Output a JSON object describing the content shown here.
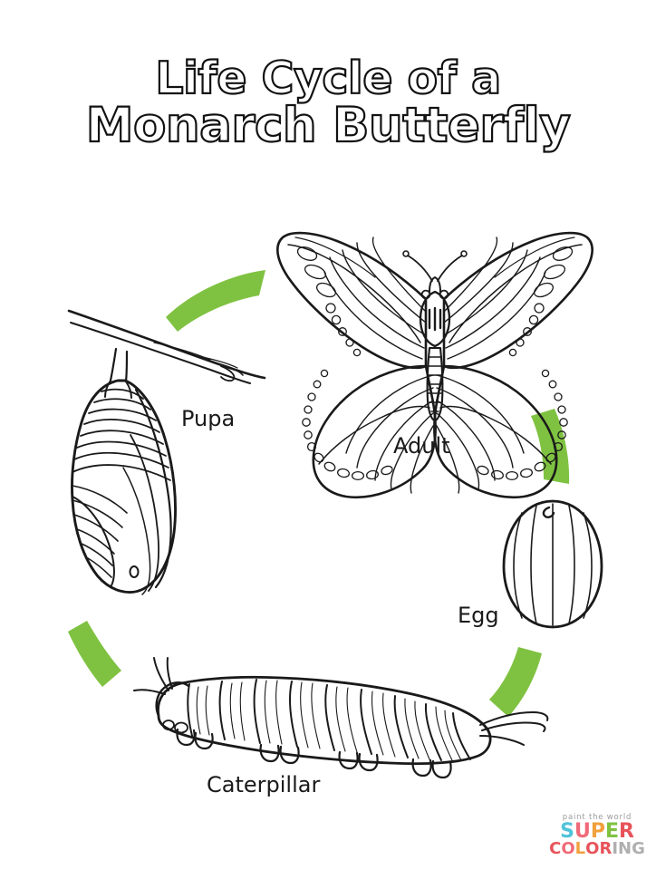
{
  "title": {
    "line1": "Life Cycle of a",
    "line2": "Monarch Butterfly"
  },
  "stages": [
    {
      "key": "pupa",
      "label": "Pupa",
      "order": 3
    },
    {
      "key": "adult",
      "label": "Adult",
      "order": 4
    },
    {
      "key": "egg",
      "label": "Egg",
      "order": 1
    },
    {
      "key": "caterpillar",
      "label": "Caterpillar",
      "order": 2
    }
  ],
  "labels": {
    "pupa": "Pupa",
    "adult": "Adult",
    "egg": "Egg",
    "caterpillar": "Caterpillar"
  },
  "arrows": [
    {
      "name": "arrow-pupa-to-adult",
      "from": "pupa",
      "to": "adult",
      "direction": "up-right"
    },
    {
      "name": "arrow-adult-to-egg",
      "from": "adult",
      "to": "egg",
      "direction": "down"
    },
    {
      "name": "arrow-egg-to-caterpillar",
      "from": "egg",
      "to": "caterpillar",
      "direction": "down-left"
    },
    {
      "name": "arrow-caterpillar-to-pupa",
      "from": "caterpillar",
      "to": "pupa",
      "direction": "up-left"
    }
  ],
  "logo": {
    "tagline": "paint the world",
    "word1": "SUPER",
    "word2": "COLORING",
    "super_letters": [
      {
        "ch": "S",
        "color": "#4FC3D9"
      },
      {
        "ch": "U",
        "color": "#F06A78"
      },
      {
        "ch": "P",
        "color": "#F2A03D"
      },
      {
        "ch": "E",
        "color": "#7FC241"
      },
      {
        "ch": "R",
        "color": "#E8535A"
      }
    ],
    "coloring_letters": [
      {
        "ch": "C",
        "color": "#E8535A"
      },
      {
        "ch": "O",
        "color": "#F06A78"
      },
      {
        "ch": "L",
        "color": "#F2A03D"
      },
      {
        "ch": "O",
        "color": "#E8535A"
      },
      {
        "ch": "R",
        "color": "#E8535A"
      },
      {
        "ch": "I",
        "color": "#AFAFAF"
      },
      {
        "ch": "N",
        "color": "#AFAFAF"
      },
      {
        "ch": "G",
        "color": "#AFAFAF"
      }
    ]
  },
  "colors": {
    "arrow_green": "#7FC241",
    "line_art": "#1a1a1a",
    "background": "#ffffff",
    "text": "#1a1a1a"
  }
}
